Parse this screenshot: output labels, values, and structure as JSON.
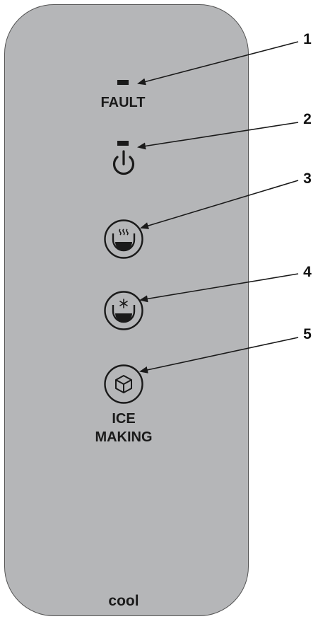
{
  "panel": {
    "fault_label": "FAULT",
    "ice_making_line1": "ICE",
    "ice_making_line2": "MAKING",
    "brand_label": "cool"
  },
  "callouts": [
    "1",
    "2",
    "3",
    "4",
    "5"
  ],
  "icons": {
    "power": "power-icon",
    "hot_water": "hot-water-icon",
    "cold_water": "cold-water-icon",
    "ice_making": "ice-cube-icon"
  },
  "colors": {
    "panel": "#b5b6b8",
    "border": "#555555",
    "ink": "#1a1a1a"
  }
}
